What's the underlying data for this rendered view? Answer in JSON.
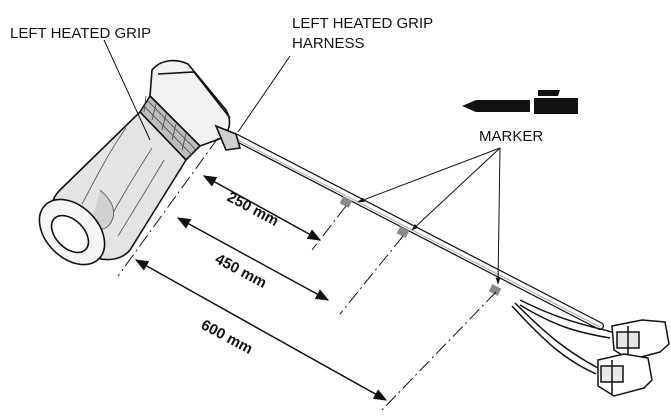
{
  "labels": {
    "grip": "LEFT HEATED GRIP",
    "harness_line1": "LEFT HEATED GRIP",
    "harness_line2": "HARNESS",
    "marker": "MARKER"
  },
  "dimensions": {
    "d250": "250 mm",
    "d450": "450 mm",
    "d600": "600 mm"
  }
}
